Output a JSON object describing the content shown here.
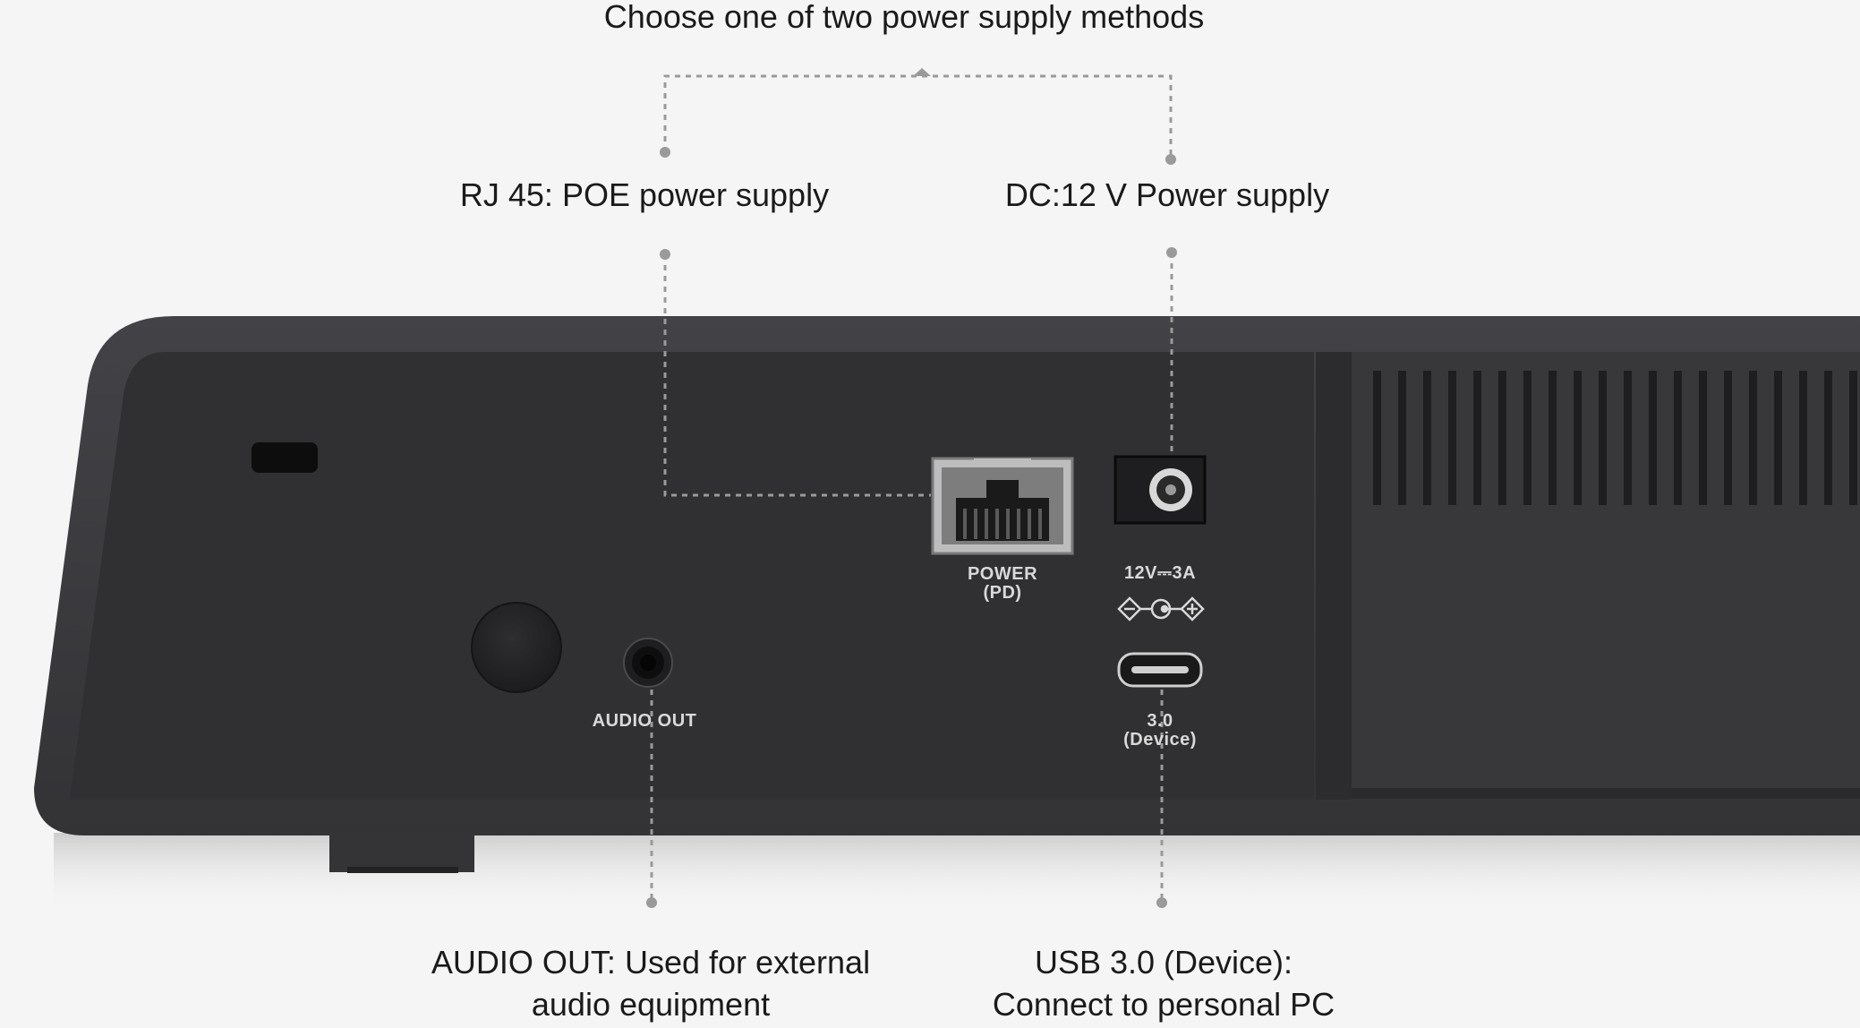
{
  "callouts": {
    "power_methods": "Choose one of two power supply methods",
    "rj45": "RJ 45: POE power supply",
    "dc": "DC:12 V Power supply",
    "audio_line1": "AUDIO OUT: Used for external",
    "audio_line2": "audio equipment",
    "usb_line1": "USB 3.0 (Device):",
    "usb_line2": "Connect to personal PC"
  },
  "device_labels": {
    "power_line1": "POWER",
    "power_line2": "(PD)",
    "dc_rating": "12V⎓3A",
    "audio_out": "AUDIO OUT",
    "usb_line1": "3.0",
    "usb_line2": "(Device)"
  },
  "colors": {
    "background": "#f5f5f5",
    "device_body": "#3a3a3d",
    "device_panel": "#2f2f32",
    "leader_line": "#9a9a9a",
    "label_text": "#1a1a1a"
  }
}
